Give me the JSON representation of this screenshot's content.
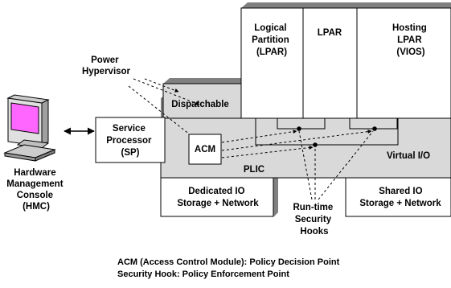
{
  "partitions": [
    {
      "lines": [
        "Logical",
        "Partition",
        "(LPAR)"
      ]
    },
    {
      "lines": [
        "LPAR"
      ]
    },
    {
      "lines": [
        "Hosting",
        "LPAR",
        "(VIOS)"
      ]
    }
  ],
  "power_hypervisor": [
    "Power",
    "Hypervisor"
  ],
  "dispatchable": "Dispatchable",
  "service_processor": [
    "Service",
    "Processor",
    "(SP)"
  ],
  "acm": "ACM",
  "plic": "PLIC",
  "virtual_io": "Virtual I/O",
  "hmc": [
    "Hardware",
    "Management",
    "Console",
    "(HMC)"
  ],
  "dedicated_io": [
    "Dedicated IO",
    "Storage + Network"
  ],
  "shared_io": [
    "Shared IO",
    "Storage + Network"
  ],
  "security_hooks": [
    "Run-time",
    "Security",
    "Hooks"
  ],
  "legend": [
    "ACM (Access Control Module): Policy Decision Point",
    "Security Hook: Policy Enforcement Point"
  ]
}
